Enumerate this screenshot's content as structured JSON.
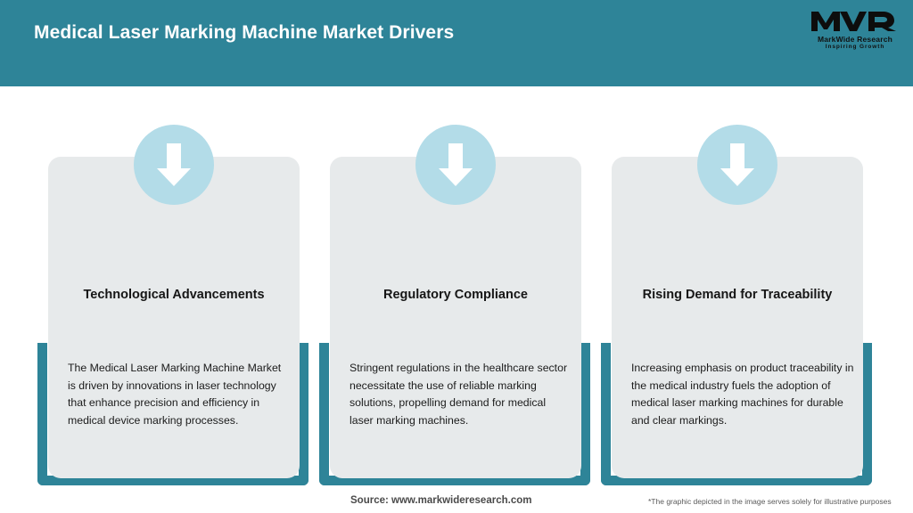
{
  "header": {
    "title": "Medical Laser Marking Machine Market Drivers",
    "background_color": "#2E8498",
    "title_color": "#FFFFFF"
  },
  "logo": {
    "mark": "MWR",
    "name": "MarkWide Research",
    "tagline": "Inspiring Growth"
  },
  "theme": {
    "teal": "#2E8498",
    "card_gray": "#E7EAEB",
    "icon_circle_blue": "#B3DCE8",
    "arrow_white": "#FFFFFF"
  },
  "cards": [
    {
      "icon": "arrow-down-icon",
      "title": "Technological Advancements",
      "body": "The Medical Laser Marking Machine Market is driven by innovations in laser technology that enhance precision and efficiency in medical device marking processes."
    },
    {
      "icon": "arrow-down-icon",
      "title": "Regulatory Compliance",
      "body": "Stringent regulations in the healthcare sector necessitate the use of reliable marking solutions, propelling demand for medical laser marking machines."
    },
    {
      "icon": "arrow-down-icon",
      "title": "Rising Demand for Traceability",
      "body": "Increasing emphasis on product traceability in the medical industry fuels the adoption of medical laser marking machines for durable and clear markings."
    }
  ],
  "footer": {
    "source": "Source: www.markwideresearch.com",
    "disclaimer": "*The graphic depicted in the image serves solely for illustrative purposes"
  }
}
